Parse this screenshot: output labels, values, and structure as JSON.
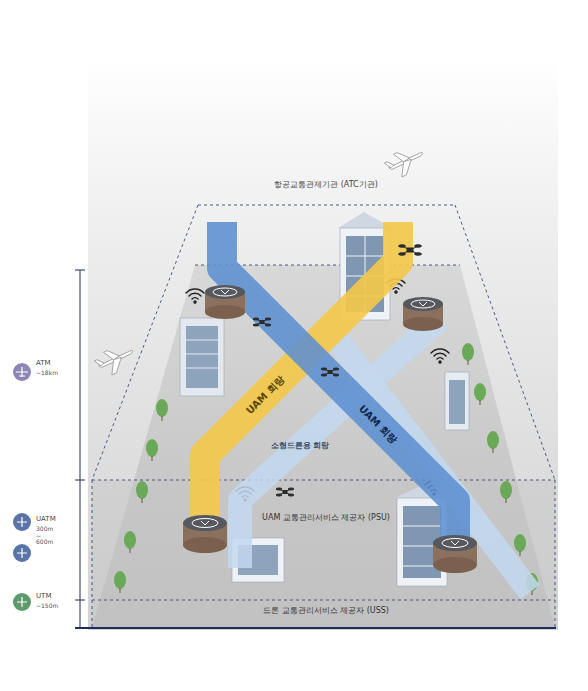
{
  "diagram": {
    "nodes": [
      {
        "text": [
          "UAM 회랑"
        ]
      },
      {
        "text": [
          "UAM 회랑"
        ]
      },
      {
        "text": [
          "소형드론용 회랑"
        ]
      }
    ],
    "labels": [
      "항공교통관제기관 (ATC기관)",
      "ATM",
      "~18km",
      "UATM",
      "300m ~ 600m",
      "UTM",
      "~150m",
      "UAM 교통관리서비스 제공자 (PSU)",
      "드론 교통관리서비스 제공자 (USS)"
    ]
  }
}
